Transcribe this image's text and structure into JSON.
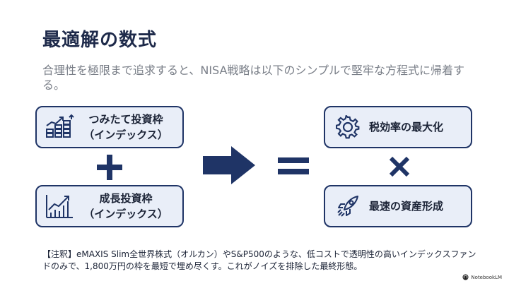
{
  "title": "最適解の数式",
  "subtitle": "合理性を極限まで追求すると、NISA戦略は以下のシンプルで堅牢な方程式に帰着する。",
  "left_cards": [
    {
      "line1": "つみたて投資枠",
      "line2": "（インデックス）",
      "icon": "stacked-coins-growth-icon"
    },
    {
      "line1": "成長投資枠",
      "line2": "（インデックス）",
      "icon": "rising-chart-icon"
    }
  ],
  "right_cards": [
    {
      "label": "税効率の最大化",
      "icon": "gear-icon"
    },
    {
      "label": "最速の資産形成",
      "icon": "rocket-icon"
    }
  ],
  "operators": {
    "plus": "+",
    "equals": "=",
    "times": "×",
    "arrow": "arrow-right-icon"
  },
  "footnote": "【注釈】eMAXIS Slim全世界株式（オルカン）やS&P500のような、低コストで透明性の高いインデックスファンドのみで、1,800万円の枠を最短で埋め尽くす。これがノイズを排除した最終形態。",
  "brand": "NotebookLM",
  "colors": {
    "navy": "#1f3466",
    "card_bg": "#e9eef8",
    "title": "#1e2a4a",
    "subtitle": "#7a7f88"
  }
}
